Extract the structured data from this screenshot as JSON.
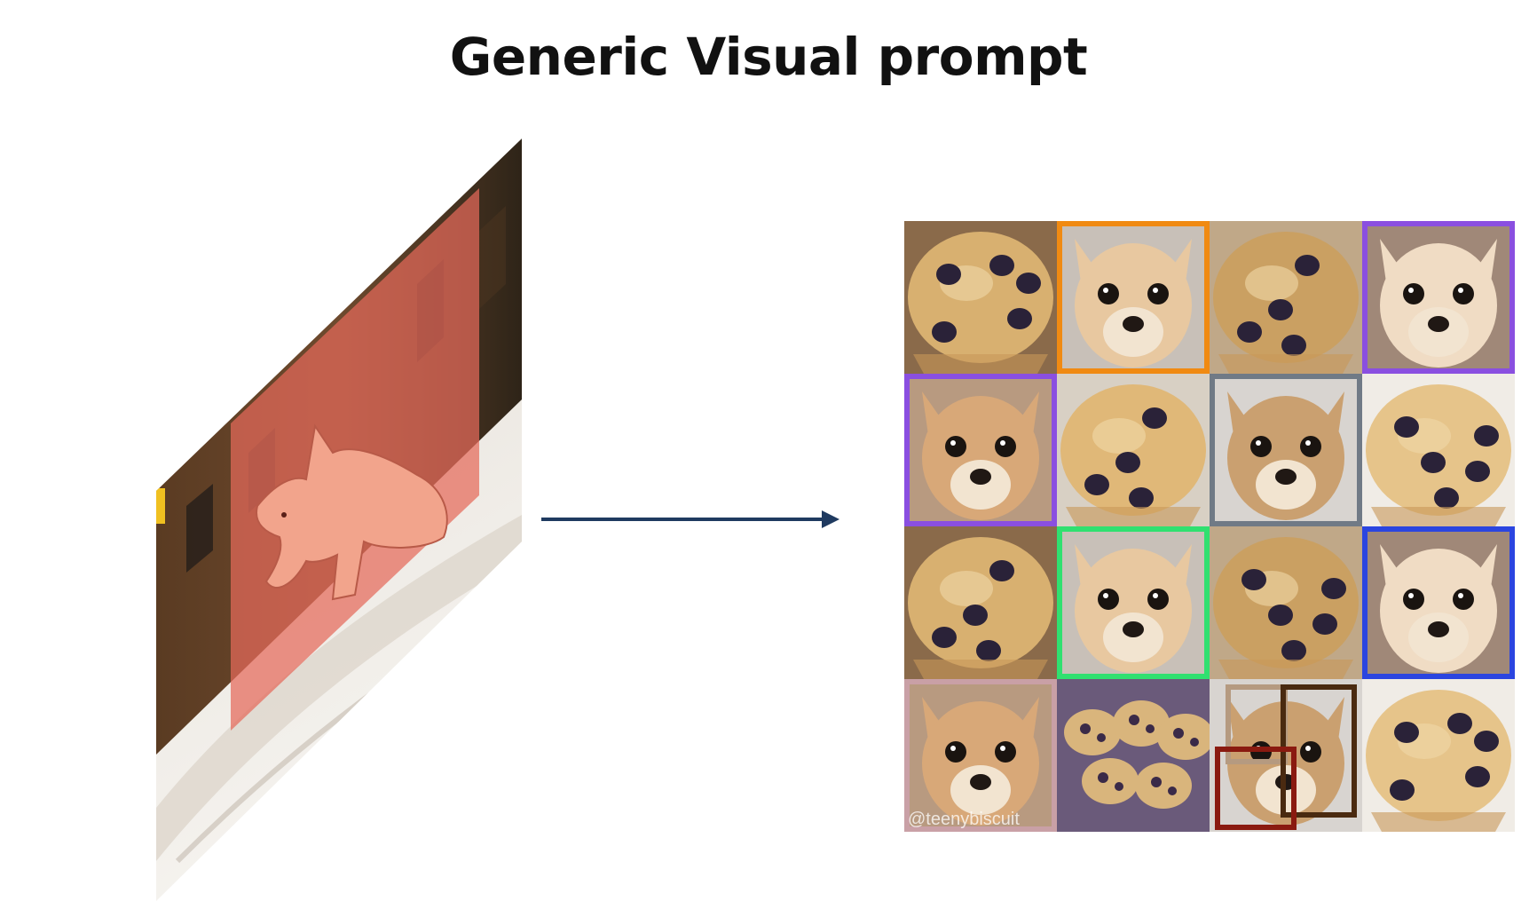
{
  "title": "Generic Visual prompt",
  "colors": {
    "mask": "#e56a5a",
    "arrow": "#1f3a60",
    "frame_orange": "#f08a12",
    "frame_purple": "#8a4fe0",
    "frame_gray": "#707a86",
    "frame_green": "#30e070",
    "frame_blue": "#2b45e0",
    "frame_pink": "#c9a0a6",
    "frame_tan": "#b59a80",
    "frame_darkbrown": "#4a2a10",
    "frame_darkred": "#8a1a10"
  },
  "left_panel": {
    "prompt_image": "chihuahua-on-bed",
    "mask_overlay": "red-box-mask"
  },
  "grid": {
    "cells": [
      {
        "kind": "muffin",
        "frame": null
      },
      {
        "kind": "chihuahua",
        "frame": "frame_orange"
      },
      {
        "kind": "muffin",
        "frame": null
      },
      {
        "kind": "chihuahua",
        "frame": "frame_purple"
      },
      {
        "kind": "chihuahua",
        "frame": "frame_purple"
      },
      {
        "kind": "muffin",
        "frame": null
      },
      {
        "kind": "chihuahua",
        "frame": "frame_gray"
      },
      {
        "kind": "muffin",
        "frame": null
      },
      {
        "kind": "muffin",
        "frame": null
      },
      {
        "kind": "chihuahua",
        "frame": "frame_green"
      },
      {
        "kind": "muffin",
        "frame": null
      },
      {
        "kind": "chihuahua",
        "frame": "frame_blue"
      },
      {
        "kind": "chihuahua",
        "frame": "frame_pink"
      },
      {
        "kind": "muffins-plate",
        "frame": null
      },
      {
        "kind": "multi-chihuahua",
        "frame": "multi"
      },
      {
        "kind": "muffin",
        "frame": null
      }
    ],
    "watermark": "@teenybiscuit"
  }
}
